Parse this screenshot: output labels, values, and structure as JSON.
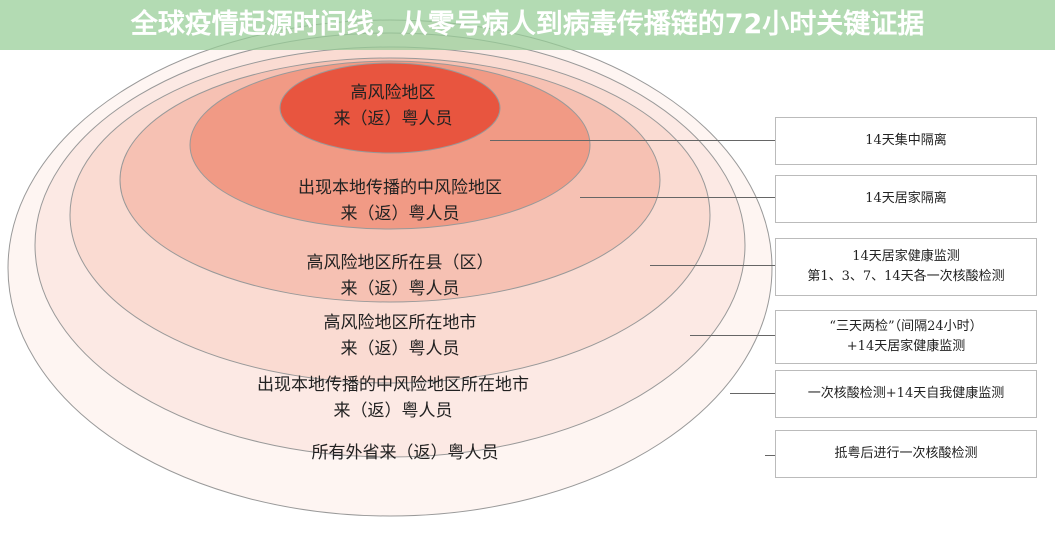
{
  "rings": [
    {
      "line1": "高风险地区",
      "line2": "来（返）粤人员",
      "measure": "14天集中隔离"
    },
    {
      "line1": "出现本地传播的中风险地区",
      "line2": "来（返）粤人员",
      "measure": "14天居家隔离"
    },
    {
      "line1": "高风险地区所在县（区）",
      "line2": "来（返）粤人员",
      "measure": "14天居家健康监测",
      "measure2": "第1、3、7、14天各一次核酸检测"
    },
    {
      "line1": "高风险地区所在地市",
      "line2": "来（返）粤人员",
      "measure": "“三天两检”（间隔24小时）",
      "measure2": "+14天居家健康监测"
    },
    {
      "line1": "出现本地传播的中风险地区所在地市",
      "line2": "来（返）粤人员",
      "measure": "一次核酸检测+14天自我健康监测"
    },
    {
      "line1": "所有外省来（返）粤人员",
      "measure": "抵粤后进行一次核酸检测"
    }
  ],
  "banner": {
    "title": "全球疫情起源时间线，从零号病人到病毒传播链的72小时关键证据"
  },
  "colors": {
    "core": "#e8553f",
    "ring2": "#f19a85",
    "ring3": "#f6c1b3",
    "ring4": "#fadbd2",
    "ring5": "#fce9e4",
    "ring6": "#fef5f2"
  }
}
